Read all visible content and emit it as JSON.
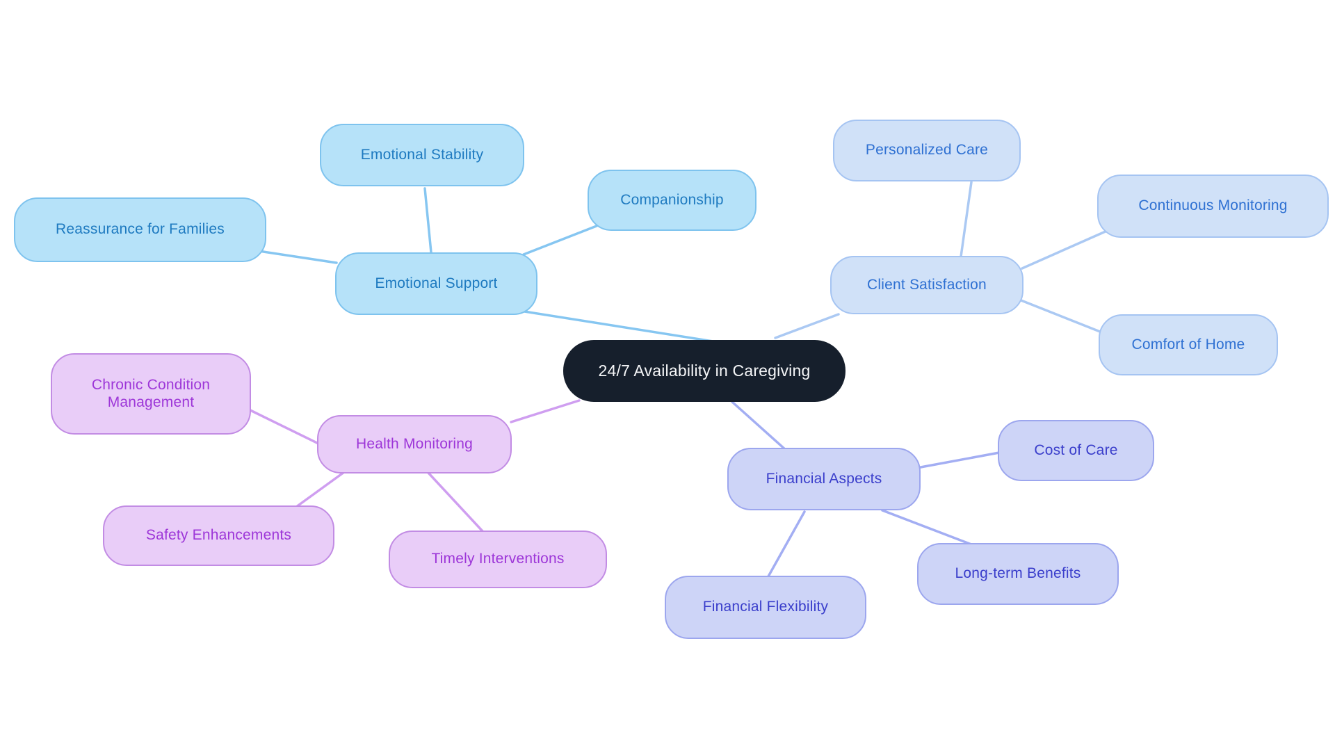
{
  "canvas": {
    "background": "#ffffff"
  },
  "center": {
    "label": "24/7 Availability in Caregiving",
    "bg": "#161f2c",
    "text_color": "#f5f6f8"
  },
  "branches": [
    {
      "id": "emotional-support",
      "label": "Emotional Support",
      "fill": "#b6e2f9",
      "border": "#7ec3ee",
      "text": "#1e7ac0",
      "line": "#86c6f1",
      "children": [
        "Emotional Stability",
        "Companionship",
        "Reassurance for Families"
      ]
    },
    {
      "id": "client-satisfaction",
      "label": "Client Satisfaction",
      "fill": "#d0e1f8",
      "border": "#a5c4f2",
      "text": "#2e70d2",
      "line": "#abc9f3",
      "children": [
        "Personalized Care",
        "Continuous Monitoring",
        "Comfort of Home"
      ]
    },
    {
      "id": "health-monitoring",
      "label": "Health Monitoring",
      "fill": "#e9cdf8",
      "border": "#c28ce4",
      "text": "#9d36d8",
      "line": "#cf9ef0",
      "children": [
        "Chronic Condition Management",
        "Safety Enhancements",
        "Timely Interventions"
      ]
    },
    {
      "id": "financial-aspects",
      "label": "Financial Aspects",
      "fill": "#cdd4f7",
      "border": "#9ca6ee",
      "text": "#3a3ecb",
      "line": "#a3aef3",
      "children": [
        "Cost of Care",
        "Financial Flexibility",
        "Long-term Benefits"
      ]
    }
  ]
}
